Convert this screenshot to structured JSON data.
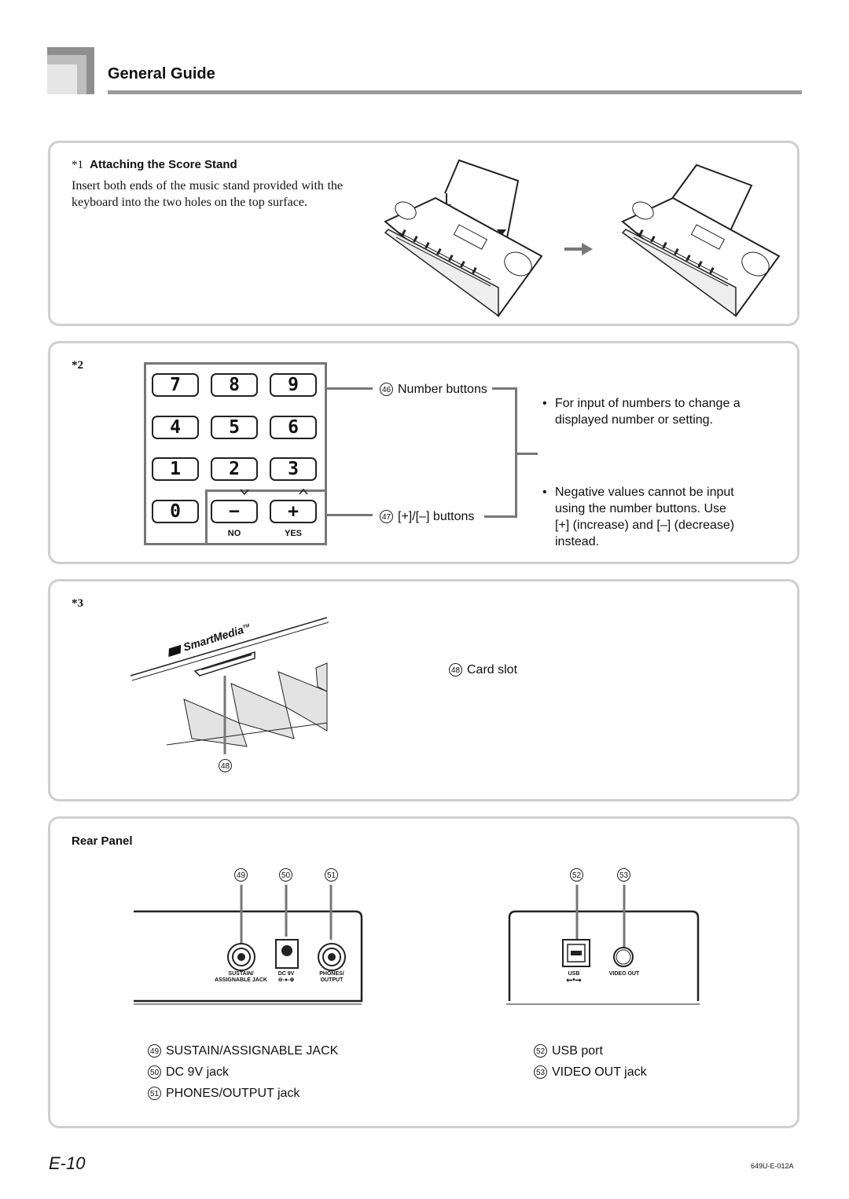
{
  "header": {
    "title": "General Guide"
  },
  "section1": {
    "marker": "*1",
    "heading": "Attaching the Score Stand",
    "body": "Insert both ends of the music stand provided with the keyboard into the two holes on the top surface."
  },
  "section2": {
    "marker": "*2",
    "keys": [
      "7",
      "8",
      "9",
      "4",
      "5",
      "6",
      "1",
      "2",
      "3",
      "0",
      "−",
      "+"
    ],
    "no_label": "NO",
    "yes_label": "YES",
    "number_buttons": {
      "num": "46",
      "label": "Number buttons"
    },
    "plusminus_buttons": {
      "num": "47",
      "label": "[+]/[–] buttons"
    },
    "bullets": [
      "For input of numbers to change a displayed number or setting.",
      "Negative values cannot be input using the number buttons. Use [+] (increase) and [–] (decrease) instead."
    ]
  },
  "section3": {
    "marker": "*3",
    "smartmedia_logo": "SmartMedia",
    "trademark": "TM",
    "card_slot": {
      "num": "48",
      "label": "Card slot"
    }
  },
  "rear_panel": {
    "heading": "Rear Panel",
    "top_numbers": [
      "49",
      "50",
      "51",
      "52",
      "53"
    ],
    "jack_labels": {
      "sustain_line1": "SUSTAIN/",
      "sustain_line2": "ASSIGNABLE JACK",
      "dc": "DC 9V",
      "phones_line1": "PHONES/",
      "phones_line2": "OUTPUT",
      "usb": "USB",
      "video": "VIDEO OUT"
    },
    "legend_left": [
      {
        "num": "49",
        "label": "SUSTAIN/ASSIGNABLE JACK"
      },
      {
        "num": "50",
        "label": "DC 9V jack"
      },
      {
        "num": "51",
        "label": "PHONES/OUTPUT jack"
      }
    ],
    "legend_right": [
      {
        "num": "52",
        "label": "USB port"
      },
      {
        "num": "53",
        "label": "VIDEO OUT jack"
      }
    ]
  },
  "footer": {
    "page_number": "E-10",
    "code": "649U-E-012A"
  }
}
